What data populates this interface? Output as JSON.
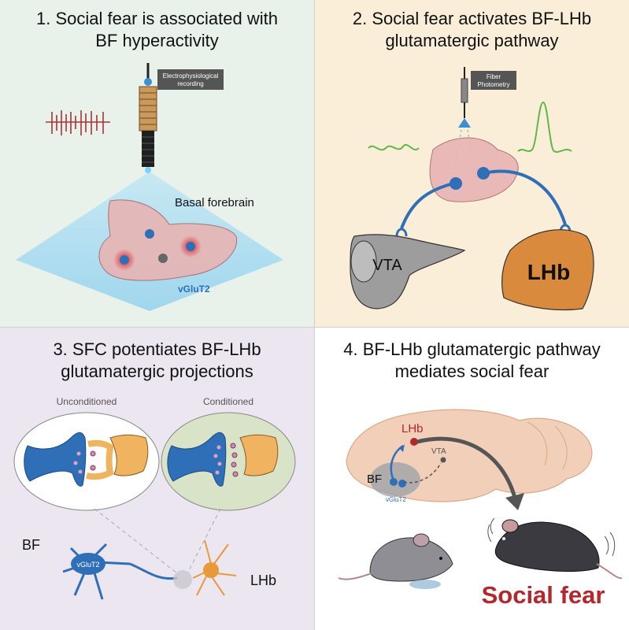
{
  "panels": [
    {
      "number": "1.",
      "title_line1": "1.  Social fear is associated with",
      "title_line2": "BF hyperactivity",
      "recording_label_line1": "Electrophysiological",
      "recording_label_line2": "recording",
      "region_label": "Basal forebrain",
      "neuron_label": "vGluT2"
    },
    {
      "title_line1": "2.  Social fear activates BF-LHb",
      "title_line2": "glutamatergic pathway",
      "photometry_label_line1": "Fiber",
      "photometry_label_line2": "Photometry",
      "vta_label": "VTA",
      "lhb_label": "LHb"
    },
    {
      "title_line1": "3.  SFC potentiates BF-LHb",
      "title_line2": "glutamatergic projections",
      "unconditioned_label": "Unconditioned",
      "conditioned_label": "Conditioned",
      "bf_label": "BF",
      "vglut_label": "vGluT2",
      "lhb_label": "LHb"
    },
    {
      "title_line1": "4.  BF-LHb glutamatergic pathway",
      "title_line2": "mediates social fear",
      "lhb_label": "LHb",
      "vta_label": "VTA",
      "bf_label": "BF",
      "vglut_label": "vGluT2",
      "outcome_label": "Social fear"
    }
  ],
  "colors": {
    "panel1_bg": "#e8f1ea",
    "panel2_bg": "#faeed8",
    "panel3_bg": "#ece6f0",
    "panel4_bg": "#ffffff",
    "neuron_blue": "#2f6fb8",
    "lhb_orange": "#d98a3d",
    "social_fear_red": "#b3272d"
  }
}
